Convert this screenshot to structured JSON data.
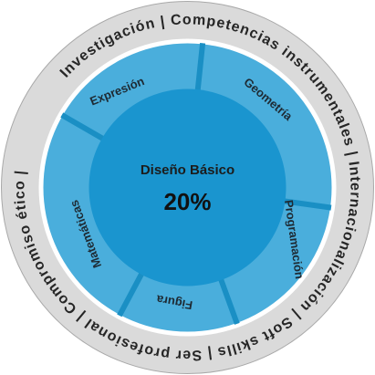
{
  "center": {
    "title": "Diseño Básico",
    "value": "20%"
  },
  "segments": [
    {
      "label": "Expresión"
    },
    {
      "label": "Geometría"
    },
    {
      "label": "Programación"
    },
    {
      "label": "Figura"
    },
    {
      "label": "Matemáticas"
    }
  ],
  "outer_ring": {
    "text": "Investigación  |  Competencias instrumentales  |  Internacionalización  |  Soft skills  |  Ser profesional  |  Compromiso ético  |"
  },
  "colors": {
    "ring": "#dadada",
    "ring_border": "#a9a9a9",
    "segment": "#4aaedc",
    "center": "#1a95cf",
    "separator": "#1a8fc4",
    "background": "#ffffff"
  }
}
